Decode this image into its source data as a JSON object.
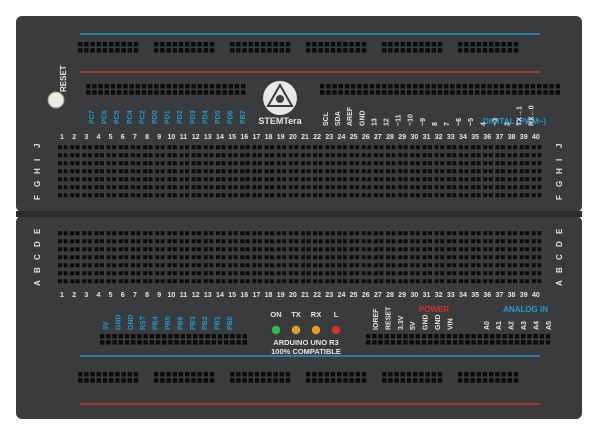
{
  "board": {
    "reset_label": "RESET",
    "logo_text": "STEMTera",
    "digital_label": "DIGITAL (PWM~)",
    "power_label": "POWER",
    "analog_label": "ANALOG IN",
    "arduino_line1": "ARDUINO UNO R3",
    "arduino_line2": "100% COMPATIBLE",
    "row_letters_top": [
      "F",
      "G",
      "H",
      "I",
      "J"
    ],
    "row_letters_bottom": [
      "A",
      "B",
      "C",
      "D",
      "E"
    ],
    "column_numbers": [
      "1",
      "2",
      "3",
      "4",
      "5",
      "6",
      "7",
      "8",
      "9",
      "10",
      "11",
      "12",
      "13",
      "14",
      "15",
      "16",
      "17",
      "18",
      "19",
      "20",
      "21",
      "22",
      "23",
      "24",
      "25",
      "26",
      "27",
      "28",
      "29",
      "30",
      "31",
      "32",
      "33",
      "34",
      "35",
      "36",
      "37",
      "38",
      "39",
      "40"
    ],
    "top_port_labels": [
      "PC7",
      "PC6",
      "PC5",
      "PC4",
      "PC2",
      "PD0",
      "PD1",
      "PD2",
      "PD3",
      "PD4",
      "PD5",
      "PD6",
      "PB7"
    ],
    "top_arduino_labels": [
      "SCL",
      "SDA",
      "AREF",
      "GND",
      "13",
      "12",
      "~11",
      "~10",
      "~9",
      "8",
      "7",
      "~6",
      "~5",
      "4",
      "~3",
      "2",
      "TX→1",
      "RX←0"
    ],
    "bottom_port_labels": [
      "5V",
      "GND",
      "GND",
      "RST",
      "PB4",
      "PB5",
      "PB6",
      "PB3",
      "PB2",
      "PB1",
      "PB0"
    ],
    "leds": [
      {
        "label": "ON",
        "color": "#2fbf4a"
      },
      {
        "label": "TX",
        "color": "#e2a11a"
      },
      {
        "label": "RX",
        "color": "#e2a11a"
      },
      {
        "label": "L",
        "color": "#d8322a"
      }
    ],
    "bottom_arduino_labels": [
      "IOREF",
      "RESET",
      "3.3V",
      "5V",
      "GND",
      "GND",
      "VIN",
      "A0",
      "A1",
      "A2",
      "A3",
      "A4",
      "A5"
    ],
    "colors": {
      "body": "#3a3b3d",
      "hole": "#0b0b0b",
      "label_blue": "#1e9ad6",
      "rail_red": "#d0342c",
      "rail_blue": "#2a8fd0",
      "text_white": "#e6e6e6"
    }
  }
}
